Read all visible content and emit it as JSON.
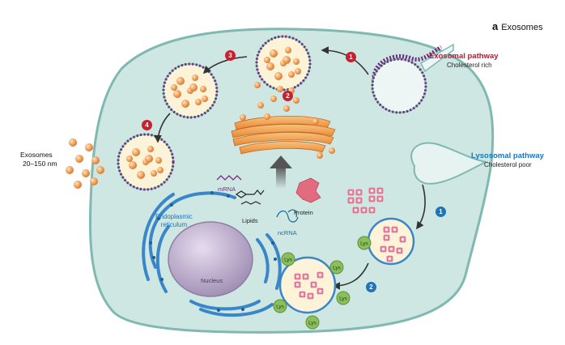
{
  "panel": {
    "letter": "a",
    "title": "Exosomes"
  },
  "exosomal_pathway": {
    "title": "Exosomal pathway",
    "subtitle": "Cholesterol rich"
  },
  "lysosomal_pathway": {
    "title": "Lysosomal pathway",
    "subtitle": "Cholesterol poor"
  },
  "exosomes_released": {
    "label": "Exosomes",
    "size": "20–150 nm"
  },
  "organelles": {
    "er": [
      "Endoplasmic",
      "reticulum"
    ],
    "nucleus": "Nucleus"
  },
  "cargo": {
    "mrna": "mRNA",
    "lipids": "Lipids",
    "protein": "Protein",
    "ncrna": "ncRNA"
  },
  "steps_exosomal": [
    "1",
    "2",
    "3",
    "4"
  ],
  "steps_lysosomal": [
    "1",
    "2"
  ],
  "lysosome_marker": "Lys",
  "colors": {
    "cell_fill": "#cfe7e3",
    "cell_border": "#7fb9b2",
    "membrane_dots": "#6b2a7a",
    "exosome_orange": "#f0a35a",
    "mvb_fill": "#fdf3d8",
    "golgi": "#f2a04b",
    "er": "#3a86c8",
    "nucleus": "#b8a9c6",
    "lysosome_green": "#8bbf5c",
    "exosomal_title": "#c4122f",
    "lysosomal_title": "#1a75bb",
    "step_red": "#c7202f",
    "step_blue": "#1f74b8"
  }
}
